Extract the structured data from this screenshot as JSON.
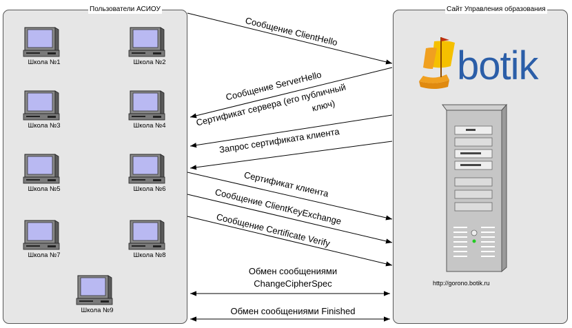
{
  "left_group": {
    "title": "Пользователи АСИОУ"
  },
  "right_group": {
    "title": "Сайт Управления образования"
  },
  "schools": [
    "Школа №1",
    "Школа №2",
    "Школа №3",
    "Школа №4",
    "Школа №5",
    "Школа №6",
    "Школа №7",
    "Школа №8",
    "Школа №9"
  ],
  "logo": {
    "text": "botik",
    "text_color": "#2b5ea8",
    "ship_color": "#f0a020"
  },
  "server": {
    "url": "http://gorono.botik.ru"
  },
  "messages": {
    "client_hello": "Сообщение ClientHello",
    "server_hello": "Сообщение ServerHello",
    "server_cert_line1": "Сертификат сервера (его публичный",
    "server_cert_line2": "ключ)",
    "cert_request": "Запрос сертификата клиента",
    "client_cert": "Сертификат клиента",
    "client_key_exchange": "Сообщение ClientKeyExchange",
    "certificate_verify": "Сообщение Certificate Verify",
    "change_cipher_line1": "Обмен сообщениями",
    "change_cipher_line2": "ChangeCipherSpec",
    "finished": "Обмен сообщениями Finished"
  }
}
